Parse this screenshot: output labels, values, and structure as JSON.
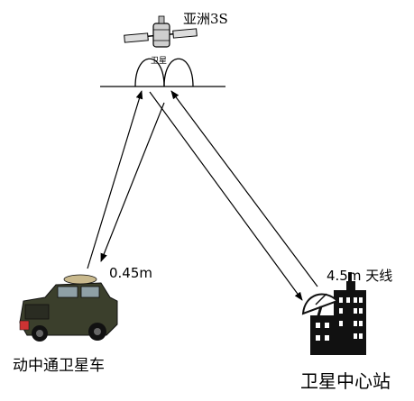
{
  "satellite": {
    "name": "亚洲3S",
    "beam_label": "卫星"
  },
  "vehicle": {
    "name": "动中通卫星车",
    "antenna": "0.45m"
  },
  "station": {
    "name": "卫星中心站",
    "antenna": "4.5m 天线"
  },
  "colors": {
    "line": "#000000",
    "vehicle_body": "#3b3f2c",
    "building": "#111111"
  }
}
